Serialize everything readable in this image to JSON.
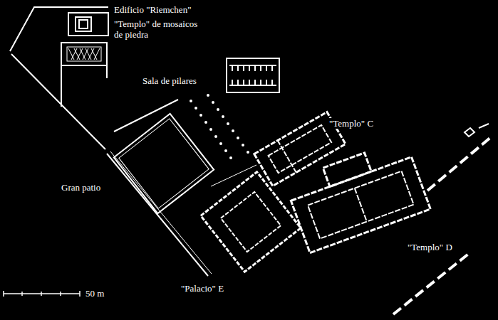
{
  "diagram": {
    "labels": [
      "Edificio \"Riemchen\"",
      "\"Templo\" de mosaicos de piedra",
      "Sala de pilares",
      "\"Templo\" C",
      "Gran patio",
      "\"Palacio\" E",
      "\"Templo\" D",
      "50 m"
    ]
  }
}
